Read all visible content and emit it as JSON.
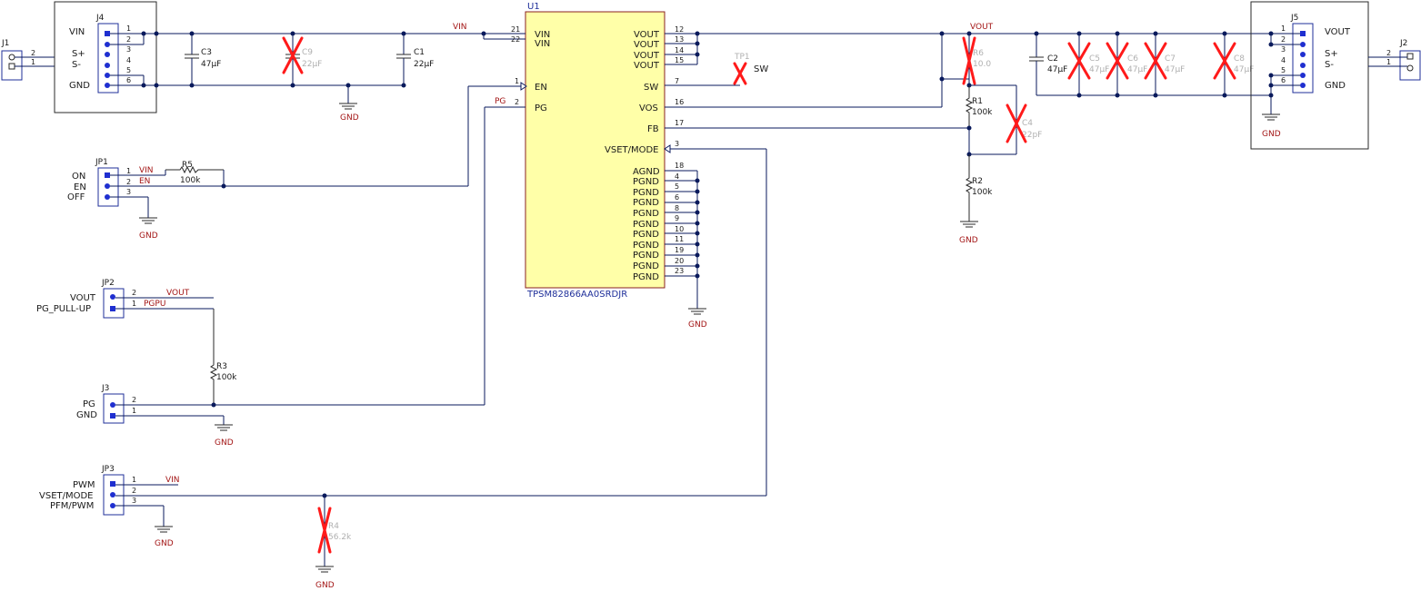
{
  "ic": {
    "ref": "U1",
    "part": "TPSM82866AA0SRDJR",
    "left_pins": [
      {
        "name": "VIN",
        "num": "21"
      },
      {
        "name": "VIN",
        "num": "22"
      },
      {
        "name": "EN",
        "num": "1"
      },
      {
        "name": "PG",
        "num": "2"
      }
    ],
    "right_pins": [
      {
        "name": "VOUT",
        "num": "12"
      },
      {
        "name": "VOUT",
        "num": "13"
      },
      {
        "name": "VOUT",
        "num": "14"
      },
      {
        "name": "VOUT",
        "num": "15"
      },
      {
        "name": "SW",
        "num": "7"
      },
      {
        "name": "VOS",
        "num": "16"
      },
      {
        "name": "FB",
        "num": "17"
      },
      {
        "name": "VSET/MODE",
        "num": "3"
      },
      {
        "name": "AGND",
        "num": "18"
      },
      {
        "name": "PGND",
        "num": "4"
      },
      {
        "name": "PGND",
        "num": "5"
      },
      {
        "name": "PGND",
        "num": "6"
      },
      {
        "name": "PGND",
        "num": "8"
      },
      {
        "name": "PGND",
        "num": "9"
      },
      {
        "name": "PGND",
        "num": "10"
      },
      {
        "name": "PGND",
        "num": "11"
      },
      {
        "name": "PGND",
        "num": "19"
      },
      {
        "name": "PGND",
        "num": "20"
      },
      {
        "name": "PGND",
        "num": "23"
      }
    ]
  },
  "connectors": {
    "j1": {
      "ref": "J1",
      "p2": "2",
      "p1": "1"
    },
    "j2": {
      "ref": "J2",
      "p2": "2",
      "p1": "1"
    },
    "j4": {
      "ref": "J4",
      "labels": [
        "VIN",
        "S+",
        "S-",
        "GND"
      ],
      "pins": [
        "1",
        "2",
        "3",
        "4",
        "5",
        "6"
      ]
    },
    "j5": {
      "ref": "J5",
      "labels": [
        "VOUT",
        "S+",
        "S-",
        "GND"
      ],
      "pins": [
        "1",
        "2",
        "3",
        "4",
        "5",
        "6"
      ]
    },
    "jp1": {
      "ref": "JP1",
      "labels": [
        "ON",
        "EN",
        "OFF"
      ],
      "pins": [
        "1",
        "2",
        "3"
      ]
    },
    "jp2": {
      "ref": "JP2",
      "labels": [
        "VOUT",
        "PG_PULL-UP"
      ],
      "pins": [
        "2",
        "1"
      ]
    },
    "jp3": {
      "ref": "JP3",
      "labels": [
        "PWM",
        "VSET/MODE",
        "PFM/PWM"
      ],
      "pins": [
        "1",
        "2",
        "3"
      ]
    },
    "j3": {
      "ref": "J3",
      "labels": [
        "PG",
        "GND"
      ],
      "pins": [
        "2",
        "1"
      ]
    }
  },
  "components": {
    "c3": {
      "ref": "C3",
      "value": "47µF"
    },
    "c9": {
      "ref": "C9",
      "value": "22µF"
    },
    "c1": {
      "ref": "C1",
      "value": "22µF"
    },
    "c2": {
      "ref": "C2",
      "value": "47µF"
    },
    "c5": {
      "ref": "C5",
      "value": "47µF"
    },
    "c6": {
      "ref": "C6",
      "value": "47µF"
    },
    "c7": {
      "ref": "C7",
      "value": "47µF"
    },
    "c8": {
      "ref": "C8",
      "value": "47µF"
    },
    "c4": {
      "ref": "C4",
      "value": "22pF"
    },
    "r6": {
      "ref": "R6",
      "value": "10.0"
    },
    "r1": {
      "ref": "R1",
      "value": "100k"
    },
    "r2": {
      "ref": "R2",
      "value": "100k"
    },
    "r3": {
      "ref": "R3",
      "value": "100k"
    },
    "r4": {
      "ref": "R4",
      "value": "56.2k"
    },
    "r5": {
      "ref": "R5",
      "value": "100k"
    },
    "tp1": {
      "ref": "TP1",
      "label": "SW"
    }
  },
  "nets": {
    "vin": "VIN",
    "vout": "VOUT",
    "en": "EN",
    "pg": "PG",
    "pgpu": "PGPU",
    "gnd": "GND"
  }
}
